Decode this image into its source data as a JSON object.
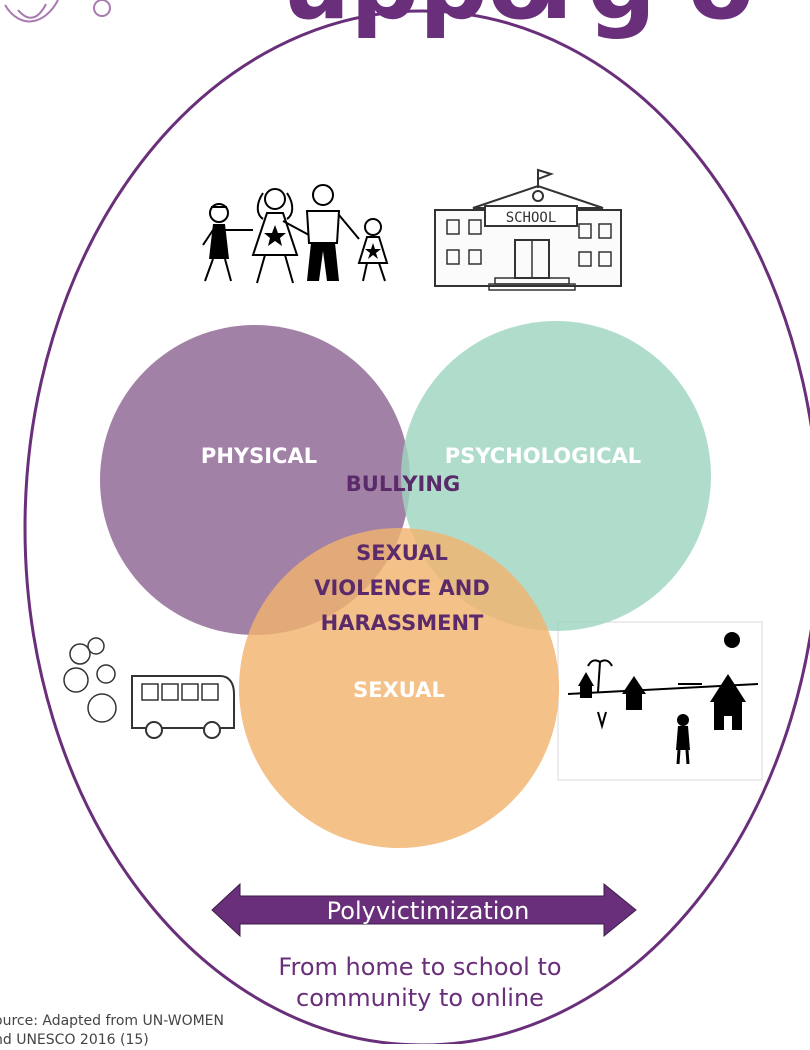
{
  "diagram": {
    "circles": [
      {
        "name": "physical",
        "label": "PHYSICAL",
        "color": "#8d6592"
      },
      {
        "name": "psychological",
        "label": "PSYCHOLOGICAL",
        "color": "#9fd6bf"
      },
      {
        "name": "sexual",
        "label": "SEXUAL",
        "color": "#f2b36f"
      }
    ],
    "overlap_labels": {
      "bullying": "BULLYING",
      "sexual_line1": "SEXUAL",
      "sexual_line2": "VIOLENCE AND",
      "sexual_line3": "HARASSMENT"
    },
    "arrow_label": "Polyvictimization",
    "footer_line1": "From home to school to",
    "footer_line2": "community to online",
    "source_line1": "ource: Adapted from UN-WOMEN",
    "source_line2": "nd UNESCO 2016 (15)",
    "school_sign": "SCHOOL",
    "accent_color": "#6a2f7a"
  }
}
